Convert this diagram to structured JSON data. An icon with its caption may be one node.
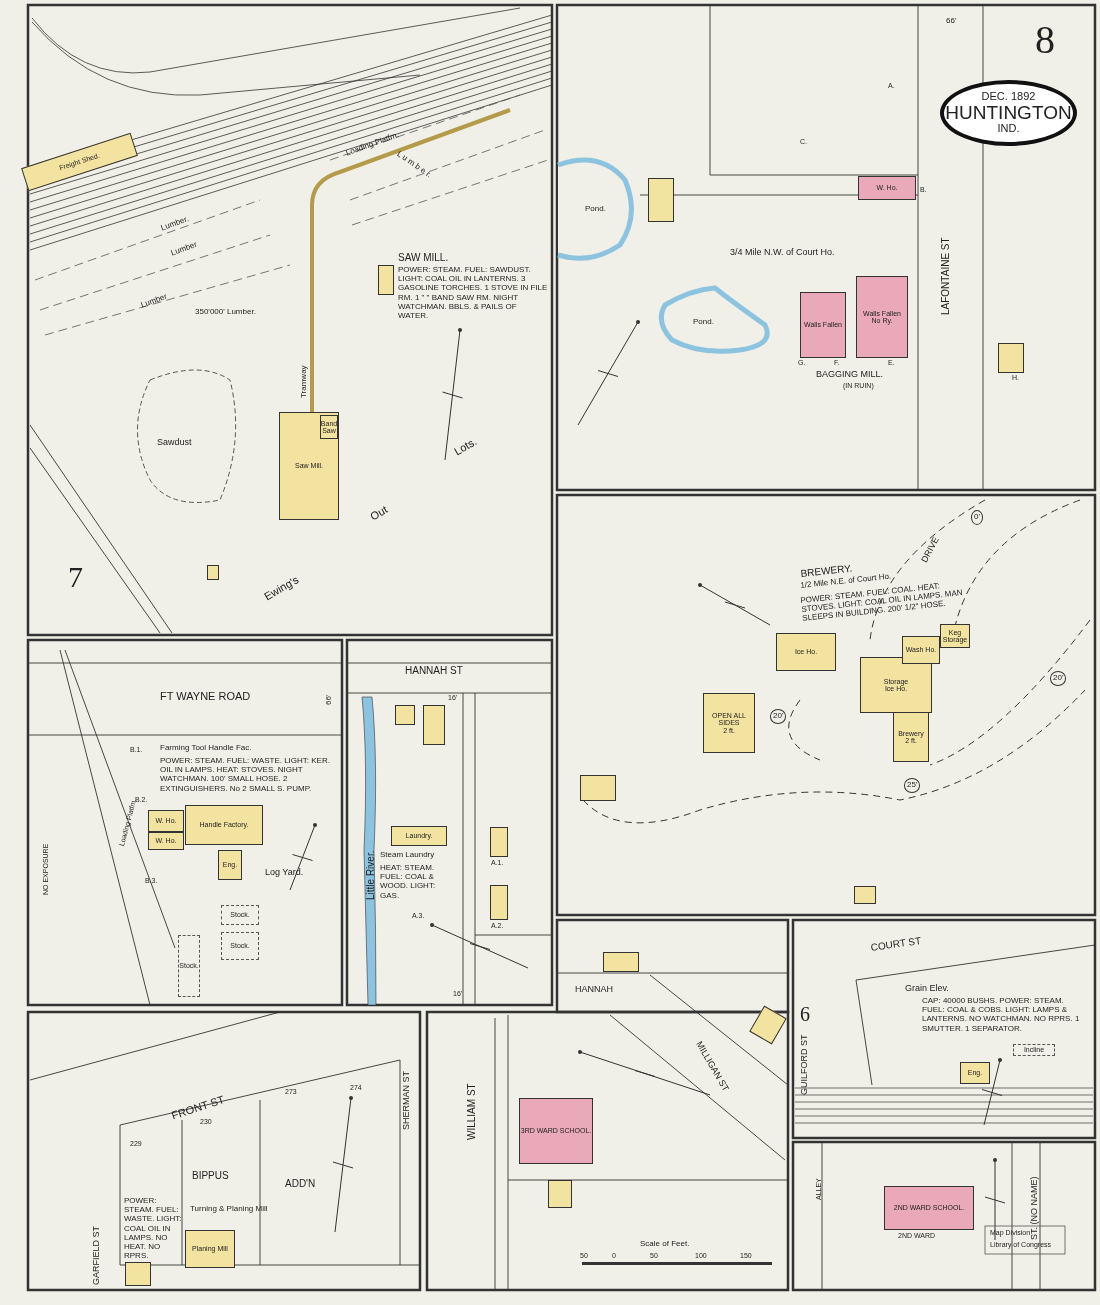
{
  "diagram": {
    "nodes": [
      {
        "text": [
          "DEC. 1892",
          "HUNTINGTON",
          "IND."
        ]
      },
      {
        "text": [
          "Freight Shed."
        ]
      },
      {
        "text": [
          "Saw Mill."
        ]
      },
      {
        "text": [
          "Band Saw"
        ],
        "in": 2
      },
      {
        "text": [
          "W. Ho."
        ]
      },
      {
        "text": [
          "Walls Fallen",
          "No Ry."
        ]
      },
      {
        "text": [
          "Walls Fallen"
        ]
      },
      {
        "text": [
          "Ice Ho."
        ]
      },
      {
        "text": [
          "OPEN ALL SIDES",
          "2 ft."
        ]
      },
      {
        "text": [
          "Storage",
          "Ice Ho."
        ]
      },
      {
        "text": [
          "Keg Storage"
        ]
      },
      {
        "text": [
          "Wash Ho."
        ]
      },
      {
        "text": [
          "Brewery",
          "2 ft."
        ]
      },
      {
        "text": [
          "Handle Factory."
        ]
      },
      {
        "text": [
          "W. Ho."
        ]
      },
      {
        "text": [
          "W. Ho."
        ]
      },
      {
        "text": [
          "Eng."
        ]
      },
      {
        "text": [
          "Stock."
        ]
      },
      {
        "text": [
          "Stock."
        ]
      },
      {
        "text": [
          "Stock."
        ]
      },
      {
        "text": [
          "Laundry."
        ]
      },
      {
        "text": [
          "3RD WARD SCHOOL."
        ]
      },
      {
        "text": [
          "2ND WARD SCHOOL."
        ]
      },
      {
        "text": [
          "Planing Mill"
        ]
      },
      {
        "text": [
          "Incline"
        ]
      },
      {
        "text": [
          "Eng."
        ]
      },
      {
        "text": [],
        "shape": "box"
      },
      {
        "text": [],
        "shape": "box"
      },
      {
        "text": [],
        "shape": "box"
      },
      {
        "text": [],
        "shape": "box"
      },
      {
        "text": [],
        "shape": "box"
      },
      {
        "text": [],
        "shape": "box"
      },
      {
        "text": [],
        "shape": "box"
      },
      {
        "text": [],
        "shape": "box"
      },
      {
        "text": [],
        "shape": "box",
        "beside": [
          "A.1."
        ]
      },
      {
        "text": [],
        "shape": "box",
        "beside": [
          "A.2."
        ]
      },
      {
        "text": [],
        "shape": "box"
      },
      {
        "text": [],
        "shape": "box"
      },
      {
        "text": [],
        "shape": "box"
      },
      {
        "text": [],
        "shape": "box"
      }
    ],
    "labels": [
      "8",
      "Loading Platfm.",
      "Lumber.",
      "Lumber",
      "Lumber",
      "350'000' Lumber.",
      "L u m b e r.",
      "SAW MILL.",
      "POWER: STEAM. FUEL: SAWDUST. LIGHT: COAL OIL IN LANTERNS. 3 GASOLINE TORCHES. 1 STOVE IN FILE RM. 1 \" \" BAND SAW RM. NIGHT WATCHMAN. BBLS. & PAILS OF WATER.",
      "Tramway",
      "Sawdust",
      "7",
      "Ewing's",
      "Out",
      "Lots.",
      "66'",
      "Pond.",
      "Pond.",
      "3/4 Mile N.W. of Court Ho.",
      "BAGGING MILL.",
      "(IN RUIN)",
      "LAFONTAINE ST",
      "A.",
      "C.",
      "B.",
      "H.",
      "G.",
      "F.",
      "E.",
      "BREWERY.",
      "1/2 Mile N.E. of Court Ho.",
      "POWER: STEAM. FUEL: COAL. HEAT: STOVES. LIGHT: COAL OIL IN LAMPS. MAN SLEEPS IN BUILDING. 200' 1/2\" HOSE.",
      "DRIVE",
      "0'",
      "20'",
      "20'",
      "25'",
      "FT WAYNE ROAD",
      "66'",
      "Farming Tool Handle Fac.",
      "POWER: STEAM. FUEL: WASTE. LIGHT: KER. OIL IN LAMPS. HEAT: STOVES. NIGHT WATCHMAN. 100' SMALL HOSE. 2 EXTINGUISHERS. No 2 SMALL S. PUMP.",
      "B.1.",
      "B.2.",
      "B.3.",
      "Log Yard.",
      "NO EXPOSURE",
      "Loading Platfm.",
      "HANNAH ST",
      "16'",
      "16'",
      "Little River.",
      "Steam Laundry",
      "HEAT: STEAM. FUEL: COAL & WOOD. LIGHT: GAS.",
      "A.3.",
      "FRONT ST",
      "GARFIELD ST",
      "SHERMAN ST",
      "BIPPUS",
      "ADD'N",
      "Turning & Planing Mill",
      "POWER: STEAM. FUEL: WASTE. LIGHT: COAL OIL IN LAMPS. NO HEAT. NO RPRS.",
      "229",
      "230",
      "273",
      "274",
      "WILLIAM ST",
      "HANNAH",
      "MILLIGAN ST",
      "Scale of Feet.",
      "50",
      "0",
      "50",
      "100",
      "150",
      "COURT ST",
      "GUILFORD ST",
      "6",
      "Grain Elev.",
      "CAP: 40000 BUSHS. POWER: STEAM. FUEL: COAL & COBS. LIGHT: LAMPS & LANTERNS. NO WATCHMAN. NO RPRS. 1 SMUTTER. 1 SEPARATOR.",
      "ALLEY",
      "ST. (NO NAME)",
      "2ND WARD",
      "Map Division",
      "Library of Congress"
    ]
  }
}
